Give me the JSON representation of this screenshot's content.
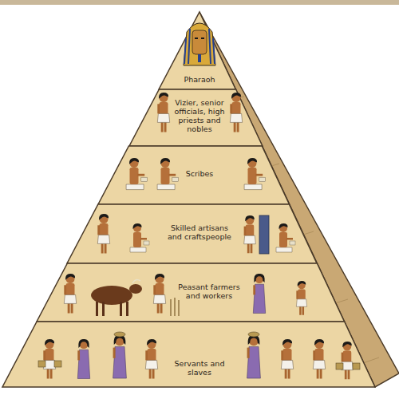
{
  "diagram": {
    "nodes": [
      {
        "text": [
          "Pharaoh"
        ]
      },
      {
        "text": [
          "Vizier, senior officials, high priests and nobles"
        ]
      },
      {
        "text": [
          "Scribes"
        ]
      },
      {
        "text": [
          "Skilled artisans and craftspeople"
        ]
      },
      {
        "text": [
          "Peasant farmers and workers"
        ]
      },
      {
        "text": [
          "Servants and slaves"
        ]
      }
    ]
  }
}
